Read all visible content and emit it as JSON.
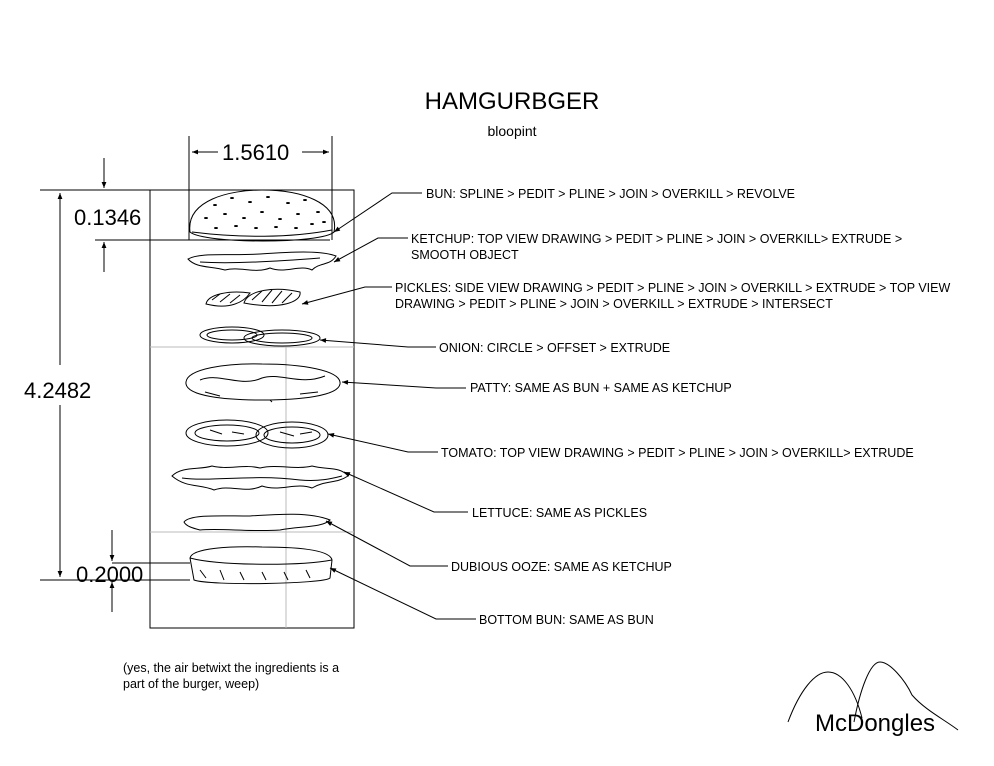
{
  "title": "HAMGURBGER",
  "subtitle": "bloopint",
  "dimensions": {
    "width": "1.5610",
    "top_bun": "0.1346",
    "total_height": "4.2482",
    "bottom_bun": "0.2000"
  },
  "callouts": [
    {
      "id": "bun",
      "lines": [
        "BUN: SPLINE > PEDIT > PLINE > JOIN > OVERKILL > REVOLVE"
      ]
    },
    {
      "id": "ketchup",
      "lines": [
        "KETCHUP: TOP VIEW DRAWING > PEDIT > PLINE > JOIN > OVERKILL> EXTRUDE >",
        "SMOOTH OBJECT"
      ]
    },
    {
      "id": "pickles",
      "lines": [
        "PICKLES: SIDE VIEW DRAWING > PEDIT > PLINE > JOIN > OVERKILL > EXTRUDE > TOP VIEW",
        "DRAWING > PEDIT > PLINE > JOIN > OVERKILL > EXTRUDE > INTERSECT"
      ]
    },
    {
      "id": "onion",
      "lines": [
        "ONION: CIRCLE > OFFSET > EXTRUDE"
      ]
    },
    {
      "id": "patty",
      "lines": [
        "PATTY: SAME AS BUN + SAME AS KETCHUP"
      ]
    },
    {
      "id": "tomato",
      "lines": [
        "TOMATO: TOP VIEW DRAWING > PEDIT > PLINE > JOIN > OVERKILL> EXTRUDE"
      ]
    },
    {
      "id": "lettuce",
      "lines": [
        "LETTUCE: SAME AS PICKLES"
      ]
    },
    {
      "id": "ooze",
      "lines": [
        "DUBIOUS OOZE: SAME AS KETCHUP"
      ]
    },
    {
      "id": "bottom_bun",
      "lines": [
        "BOTTOM BUN: SAME AS BUN"
      ]
    }
  ],
  "note": [
    "(yes, the air betwixt the ingredients is a",
    "part of the burger, weep)"
  ],
  "logo": "McDongles"
}
